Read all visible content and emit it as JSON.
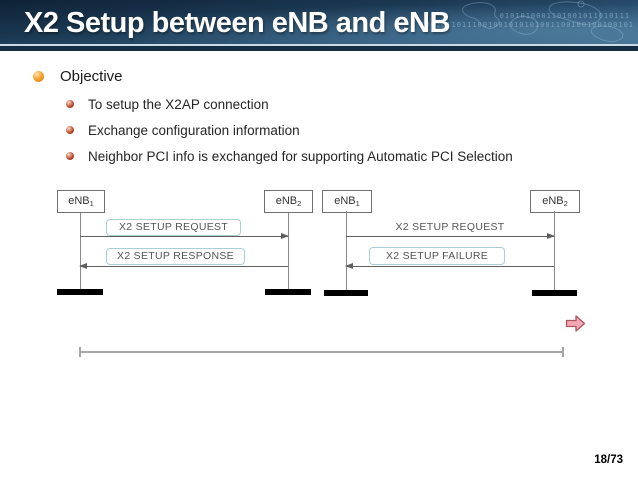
{
  "header": {
    "title": "X2 Setup between eNB and eNB",
    "binary_line1": "0101010001101001011010111",
    "binary_line2": "10010110111001001010101001100100100100101"
  },
  "content": {
    "objective": {
      "label": "Objective",
      "items": [
        "To setup the X2AP connection",
        "Exchange configuration information",
        "Neighbor PCI info is exchanged for supporting Automatic PCI Selection"
      ]
    }
  },
  "diagrams": {
    "success": {
      "node1": {
        "name": "eNB",
        "sub": "1"
      },
      "node2": {
        "name": "eNB",
        "sub": "2"
      },
      "message1": "X2 SETUP REQUEST",
      "message2": "X2 SETUP RESPONSE"
    },
    "failure": {
      "node1": {
        "name": "eNB",
        "sub": "1"
      },
      "node2": {
        "name": "eNB",
        "sub": "2"
      },
      "message1": "X2 SETUP REQUEST",
      "message2": "X2 SETUP FAILURE"
    }
  },
  "footer": {
    "page_number": "18/73"
  },
  "icons": {
    "forward_arrow": "pink-block-arrow-right",
    "bullet_level1": "orange-sphere-bullet",
    "bullet_level2": "small-red-sphere-bullet"
  },
  "colors": {
    "header_top": "#0e2236",
    "header_bottom": "#3f6c8c",
    "header_underline_light": "#c9dbe7",
    "header_underline_dark": "#152e44",
    "message_box_border": "#a9cdd9",
    "arrow_pink_fill": "#f4a8b4",
    "arrow_pink_stroke": "#a9565e"
  }
}
